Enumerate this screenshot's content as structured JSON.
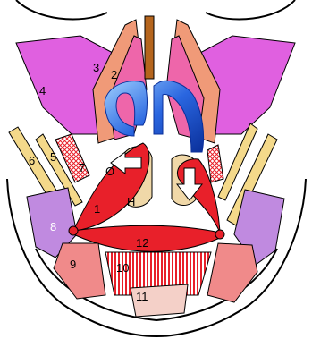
{
  "labels": {
    "n1": "1",
    "n2": "2",
    "n3": "3",
    "n4": "4",
    "n5": "5",
    "n6": "6",
    "n7": "7",
    "n8": "8",
    "n9": "9",
    "n10": "10",
    "n11": "11",
    "n12": "12",
    "o": "O",
    "h": "H"
  },
  "colors": {
    "outline": "#000000",
    "muscle_red": "#e8202a",
    "magenta": "#e060e0",
    "pink": "#ee66aa",
    "salmon": "#f09a78",
    "lavender": "#c08ae0",
    "tan": "#f4d98a",
    "brown": "#b5651d",
    "blue": "#1f5ad8",
    "rose": "#f08a8a",
    "bone": "#f0d8a8"
  }
}
